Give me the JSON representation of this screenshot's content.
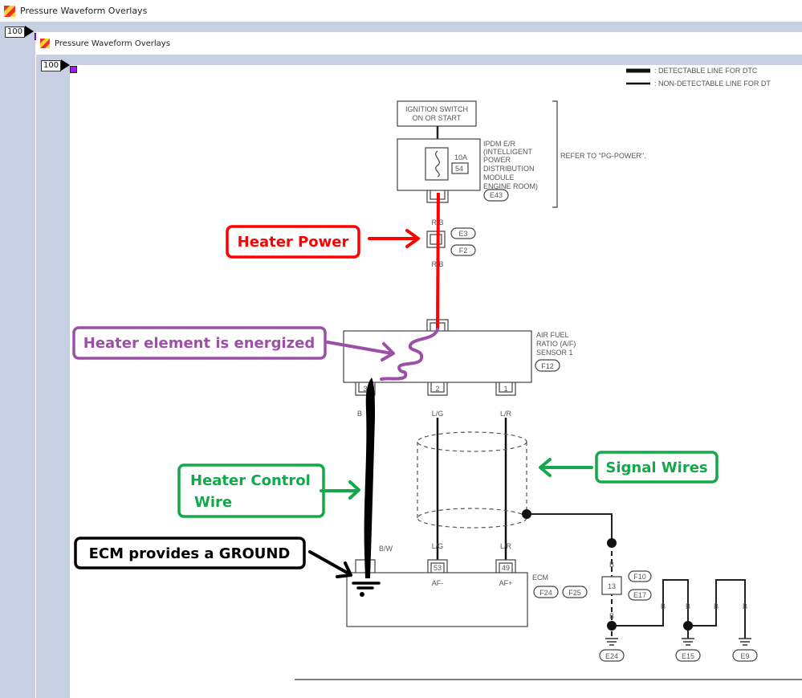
{
  "window": {
    "title": "Pressure Waveform Overlays",
    "zoom": "100"
  },
  "inner_window": {
    "title": "Pressure Waveform Overlays",
    "zoom": "100"
  },
  "colors": {
    "frame": "#c6d0e2",
    "power": "#ff0000",
    "energized": "#9b4fa6",
    "control": "#13a84a",
    "ground": "#000000"
  },
  "diagram": {
    "legend": {
      "detectable": ": DETECTABLE LINE FOR DTC",
      "non_detectable": ": NON-DETECTABLE LINE FOR DT"
    },
    "ignition": {
      "line1": "IGNITION SWITCH",
      "line2": "ON OR START"
    },
    "fuse": {
      "rating": "10A",
      "number": "54"
    },
    "ipdm": {
      "lines": [
        "IPDM E/R",
        "(INTELLIGENT",
        "POWER",
        "DISTRIBUTION",
        "MODULE",
        "ENGINE ROOM)"
      ],
      "connector": "E43"
    },
    "refer": "REFER TO \"PG-POWER\".",
    "wire_rb_1": "R/B",
    "wire_rb_2": "R/B",
    "joint_connectors": [
      "E3",
      "F2"
    ],
    "sensor": {
      "lines": [
        "AIR FUEL",
        "RATIO (A/F)",
        "SENSOR 1"
      ],
      "connector": "F12",
      "pins": [
        "3",
        "2",
        "1"
      ],
      "wires": [
        "B",
        "L/G",
        "L/R"
      ]
    },
    "ecm": {
      "label": "ECM",
      "connectors": [
        "F24",
        "F25"
      ],
      "pins": [
        "",
        "53",
        "49"
      ],
      "wires": [
        "B/W",
        "L/G",
        "L/R"
      ],
      "terminals": [
        "AF-",
        "AF+"
      ]
    },
    "shield": {
      "wire_top": "B",
      "joint_pin": "13",
      "joint_connectors": [
        "F10",
        "E17"
      ],
      "wire_bottom": "B"
    },
    "grounds": {
      "wires": [
        "B",
        "B",
        "B",
        "B"
      ],
      "labels": [
        "E24",
        "E15",
        "E9"
      ]
    }
  },
  "annotations": {
    "heater_power": "Heater Power",
    "heater_element": "Heater element is energized",
    "heater_control_1": "Heater Control",
    "heater_control_2": "Wire",
    "signal_wires": "Signal Wires",
    "ecm_ground": "ECM provides a GROUND"
  }
}
